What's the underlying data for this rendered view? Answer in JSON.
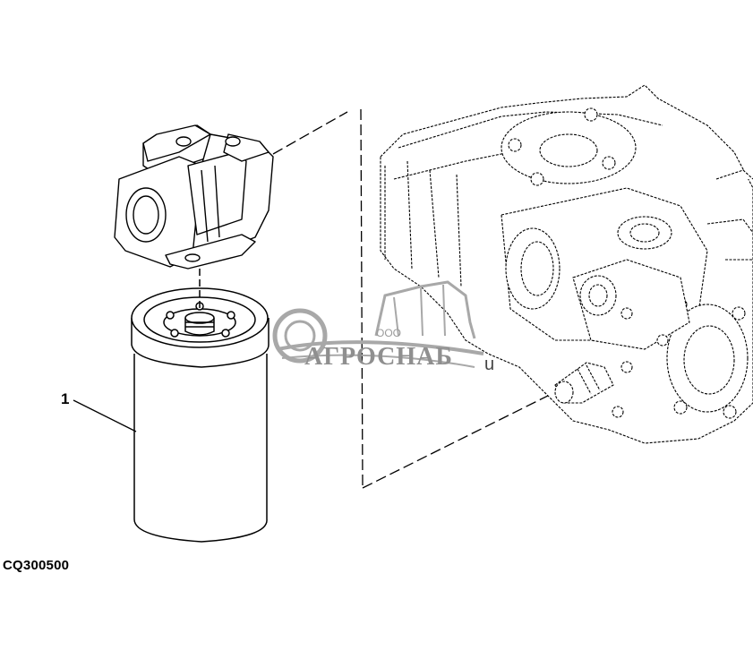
{
  "diagram": {
    "callout_label": "1",
    "figure_id": "CQ300500"
  },
  "watermark": {
    "company_prefix": "ООО",
    "company_name": "АГРОСНАБ",
    "suffix": "u",
    "color": "#8f8f8f"
  },
  "colors": {
    "line": "#000000",
    "background": "#ffffff"
  }
}
